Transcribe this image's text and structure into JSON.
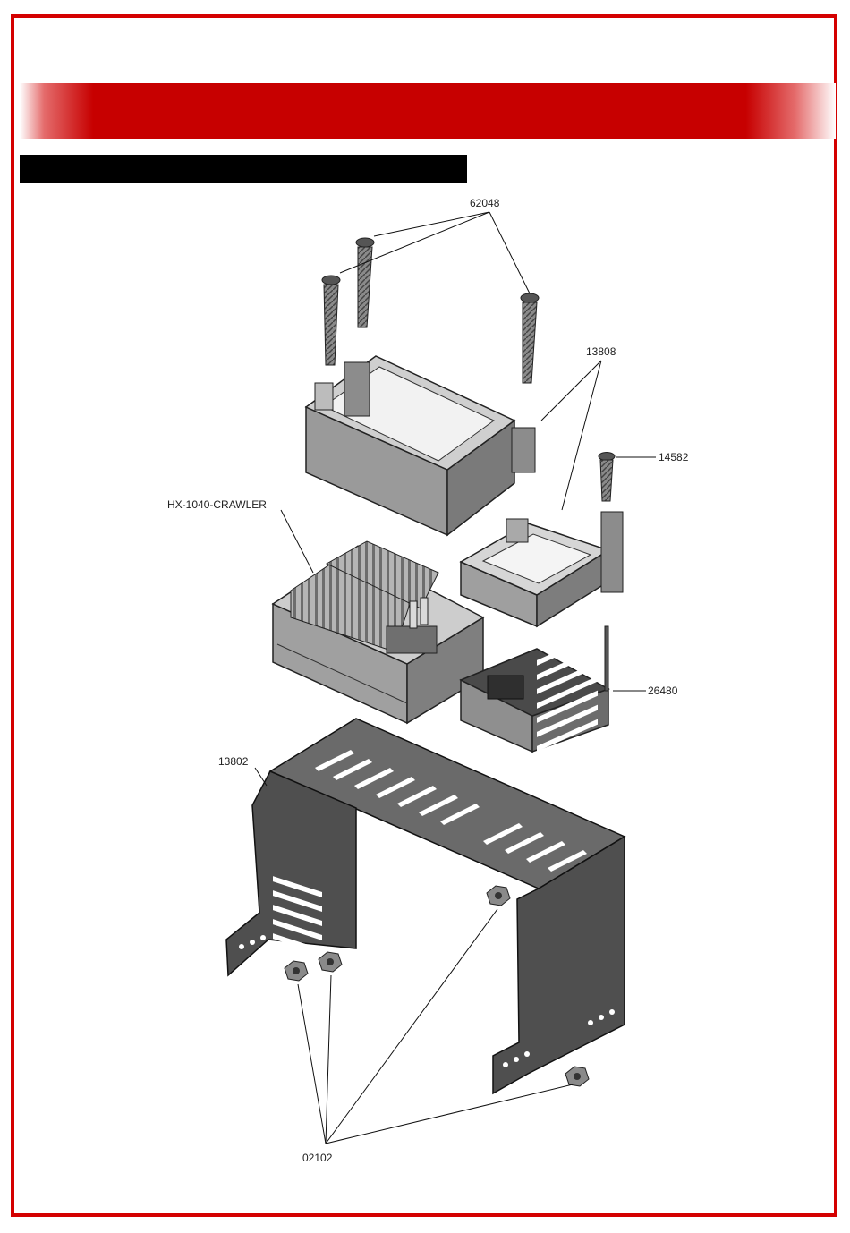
{
  "header": {
    "title": ""
  },
  "section": {
    "title": ""
  },
  "callouts": {
    "screws_long": "62048",
    "servo_mount": "13808",
    "screw_short": "14582",
    "esc": "HX-1040-CRAWLER",
    "receiver": "26480",
    "tray": "13802",
    "nuts": "02102"
  }
}
